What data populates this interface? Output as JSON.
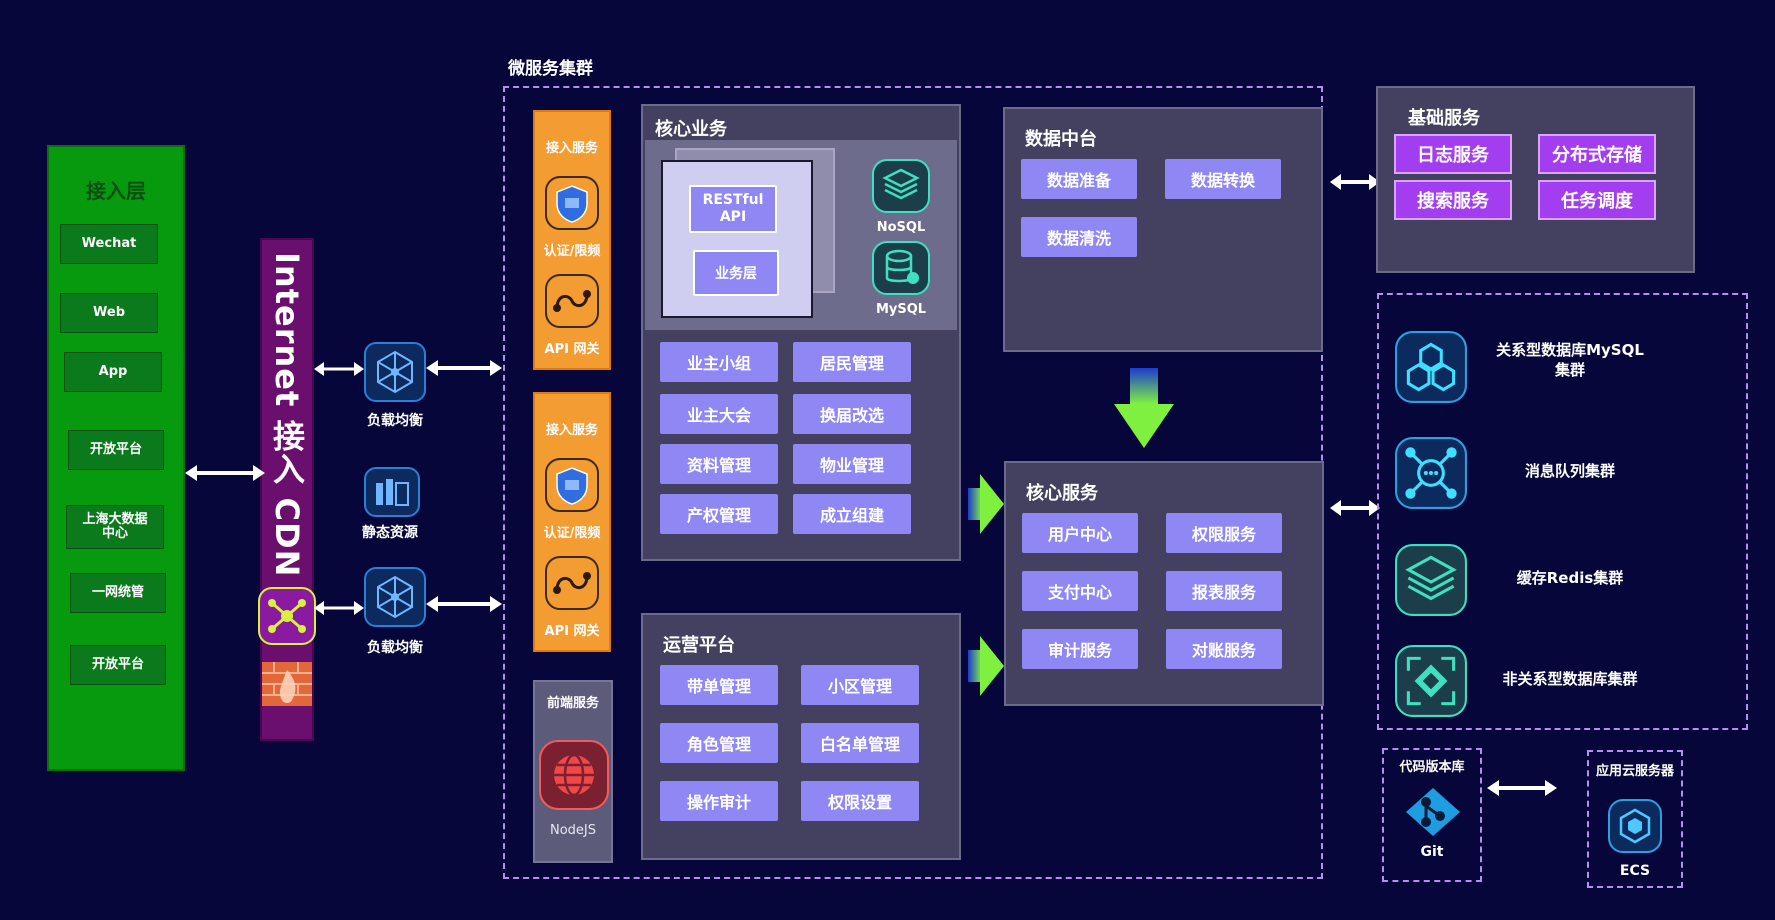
{
  "cluster_title": "微服务集群",
  "access_layer": {
    "title": "接入层",
    "items": [
      "Wechat",
      "Web",
      "App",
      "开放平台",
      "上海大数据\n中心",
      "一网统管",
      "开放平台"
    ]
  },
  "internet_cdn": {
    "label": "Internet 接入 CDN"
  },
  "load_balancer_1": "负载均衡",
  "load_balancer_2": "负载均衡",
  "static_resources": "静态资源",
  "access_service_1": {
    "title": "接入服务",
    "auth": "认证/限频",
    "gateway": "API 网关"
  },
  "access_service_2": {
    "title": "接入服务",
    "auth": "认证/限频",
    "gateway": "API 网关"
  },
  "frontend_service": {
    "title": "前端服务",
    "tech": "NodeJS"
  },
  "core_business": {
    "title": "核心业务",
    "restful": "RESTful\nAPI",
    "business_layer": "业务层",
    "nosql": "NoSQL",
    "mysql": "MySQL",
    "items": [
      "业主小组",
      "居民管理",
      "业主大会",
      "换届改选",
      "资料管理",
      "物业管理",
      "产权管理",
      "成立组建"
    ]
  },
  "ops_platform": {
    "title": "运营平台",
    "items": [
      "带单管理",
      "小区管理",
      "角色管理",
      "白名单管理",
      "操作审计",
      "权限设置"
    ]
  },
  "data_center": {
    "title": "数据中台",
    "items": [
      "数据准备",
      "数据转换",
      "数据清洗"
    ]
  },
  "core_services": {
    "title": "核心服务",
    "items": [
      "用户中心",
      "权限服务",
      "支付中心",
      "报表服务",
      "审计服务",
      "对账服务"
    ]
  },
  "basic_services": {
    "title": "基础服务",
    "items": [
      "日志服务",
      "分布式存储",
      "搜索服务",
      "任务调度"
    ]
  },
  "clusters": [
    {
      "label": "关系型数据库MySQL\n集群",
      "icon": "hexagon-cluster-icon"
    },
    {
      "label": "消息队列集群",
      "icon": "message-queue-icon"
    },
    {
      "label": "缓存Redis集群",
      "icon": "stack-layers-icon"
    },
    {
      "label": "非关系型数据库集群",
      "icon": "nosql-diamond-icon"
    }
  ],
  "code_repo": {
    "title": "代码版本库",
    "name": "Git"
  },
  "cloud_server": {
    "title": "应用云服务器",
    "name": "ECS"
  },
  "colors": {
    "background": "#07063a",
    "access_green": "#079a0f",
    "cdn_purple": "#6a0f6e",
    "orange": "#f39c32",
    "pill": "#8f88f4",
    "panel": "#43415f",
    "violet_button": "#a23df0",
    "dashed": "#b98cf0",
    "teal": "#3ee0c0"
  }
}
